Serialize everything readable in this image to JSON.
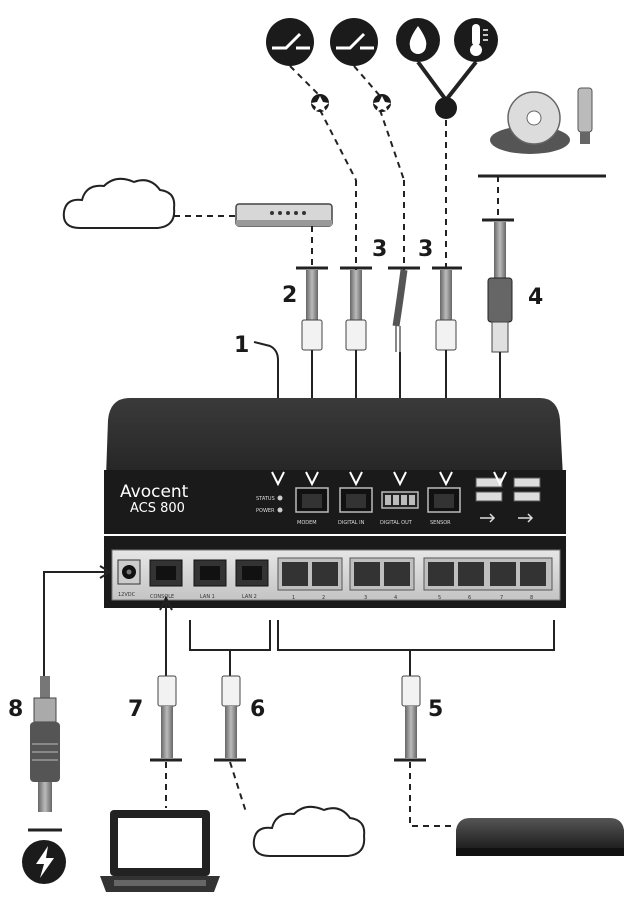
{
  "device": {
    "brand": "Avocent",
    "model": "ACS 800",
    "front_labels": {
      "status": "STATUS",
      "power": "POWER",
      "modem": "MODEM",
      "digital_in": "DIGITAL IN",
      "digital_out": "DIGITAL OUT",
      "sensor": "SENSOR"
    },
    "back_labels": {
      "dc": "12VDC",
      "console": "CONSOLE",
      "lan1": "LAN 1",
      "lan2": "LAN 2",
      "ports": [
        "1",
        "2",
        "3",
        "4",
        "5",
        "6",
        "7",
        "8"
      ]
    }
  },
  "callouts": [
    "1",
    "2",
    "3",
    "3",
    "4",
    "5",
    "6",
    "7",
    "8"
  ],
  "colors": {
    "device_body": "#2a2a2a",
    "device_face": "#1c1c1c",
    "back_panel": "#d8d8d8",
    "line": "#222222"
  },
  "icons": [
    "cloud-icon",
    "modem-device-icon",
    "switch-icon",
    "water-drop-icon",
    "thermometer-icon",
    "cd-icon",
    "usb-stick-icon",
    "laptop-icon",
    "server-icon",
    "power-bolt-icon"
  ]
}
